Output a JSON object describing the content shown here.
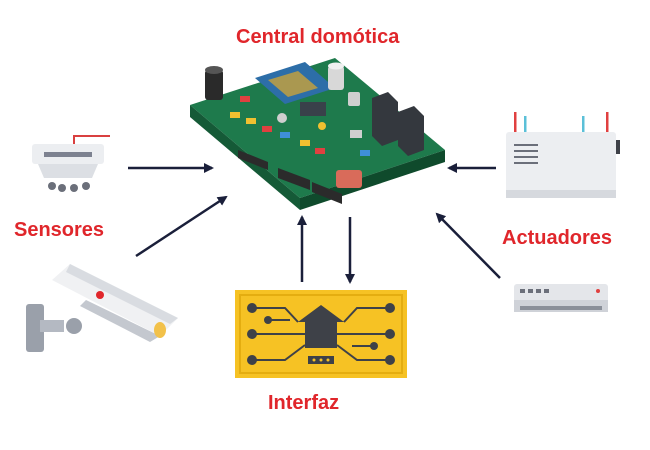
{
  "labels": {
    "central": "Central domótica",
    "sensores": "Sensores",
    "actuadores": "Actuadores",
    "interfaz": "Interfaz"
  },
  "colors": {
    "label_red": "#e0262b",
    "arrow": "#1a1f3a",
    "pcb_green": "#1e7a4c",
    "interface_yellow": "#f6c224",
    "device_grey": "#e4e6ea"
  },
  "icons": {
    "sensor": "smoke-detector-icon",
    "camera": "security-camera-icon",
    "board": "circuit-board-icon",
    "interface": "smart-home-circuit-icon",
    "router": "router-actuator-icon",
    "ac": "air-conditioner-icon"
  }
}
